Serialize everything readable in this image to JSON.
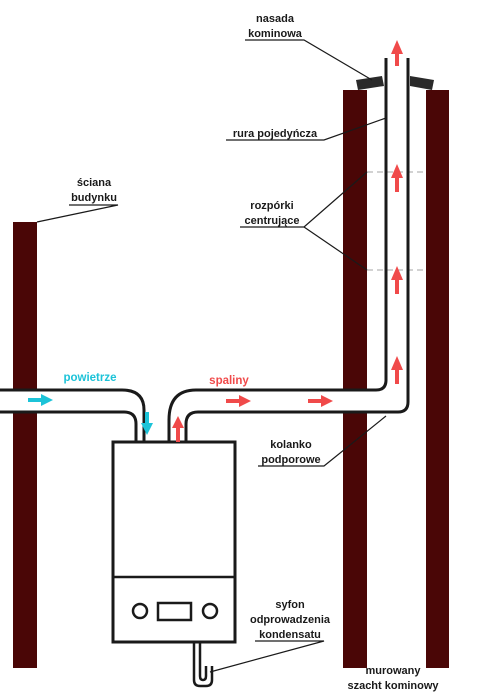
{
  "labels": {
    "wall": [
      "ściana",
      "budynku"
    ],
    "chimney_cap": [
      "nasada",
      "kominowa"
    ],
    "single_pipe": [
      "rura pojedyńcza"
    ],
    "spacers": [
      "rozpórki",
      "centrujące"
    ],
    "elbow": [
      "kolanko",
      "podporowe"
    ],
    "siphon": [
      "syfon",
      "odprowadzenia",
      "kondensatu"
    ],
    "shaft": [
      "murowany",
      "szacht kominowy"
    ],
    "air": "powietrze",
    "flue": "spaliny"
  },
  "colors": {
    "wall": "#4a0606",
    "pipe": "#1a1a1a",
    "air": "#1cc3d8",
    "flue": "#f04a4a",
    "spacer": "#b8b8b8"
  },
  "icons": {
    "air_arrow": "arrow-right-icon",
    "flue_arrow": "arrow-up-icon"
  }
}
